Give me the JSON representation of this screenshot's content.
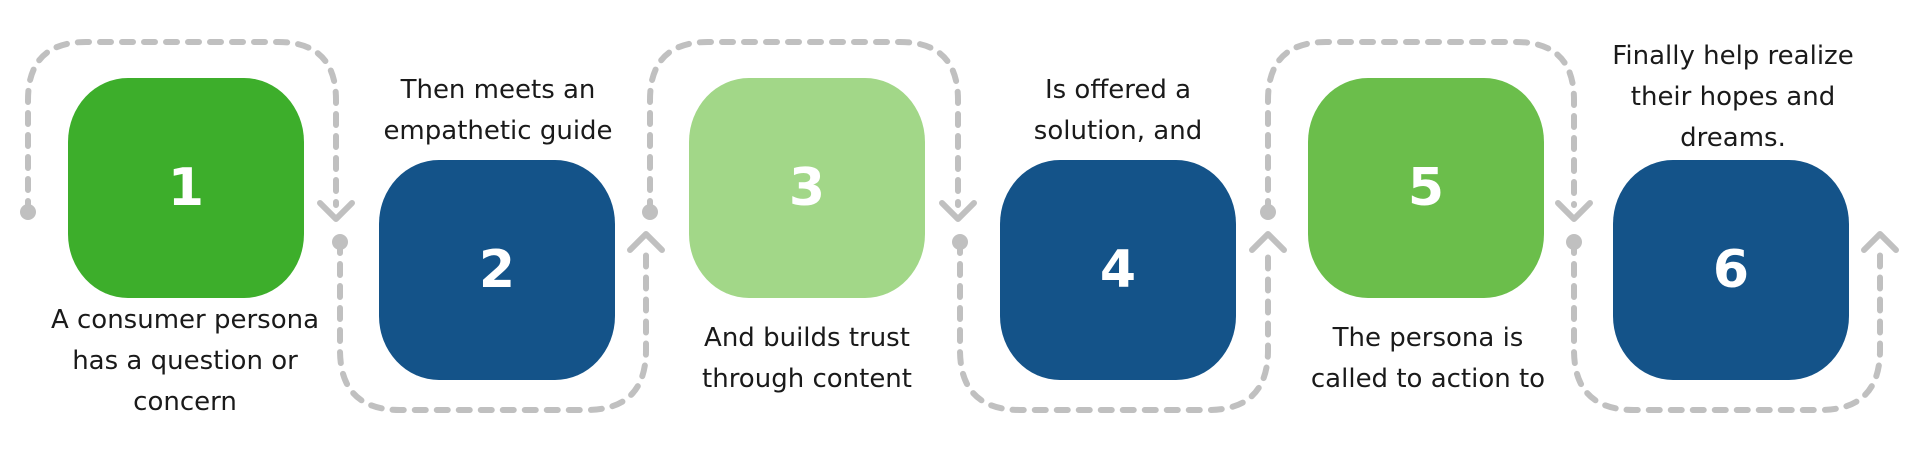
{
  "steps": [
    {
      "number": "1",
      "caption_lines": [
        "A consumer persona",
        "has a question or",
        "concern"
      ],
      "color": "#3DAE2B"
    },
    {
      "number": "2",
      "caption_lines": [
        "Then meets an",
        "empathetic guide"
      ],
      "color": "#145389"
    },
    {
      "number": "3",
      "caption_lines": [
        "And builds trust",
        "through content"
      ],
      "color": "#A2D788"
    },
    {
      "number": "4",
      "caption_lines": [
        "Is offered a",
        "solution, and"
      ],
      "color": "#145389"
    },
    {
      "number": "5",
      "caption_lines": [
        "The persona is",
        "called to action to"
      ],
      "color": "#6BBE4B"
    },
    {
      "number": "6",
      "caption_lines": [
        "Finally help realize",
        "their hopes and",
        "dreams."
      ],
      "color": "#145389"
    }
  ],
  "connector_color": "#C0C0C0"
}
